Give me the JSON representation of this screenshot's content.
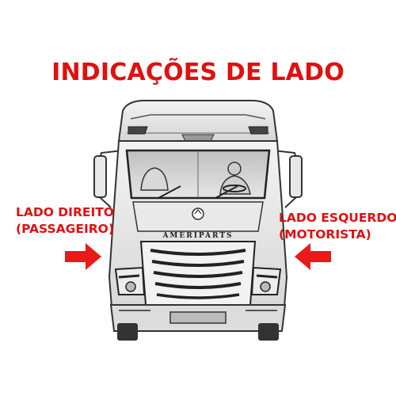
{
  "title": "INDICAÇÕES DE LADO",
  "left_side": {
    "line1": "LADO DIREITO",
    "line2": "(PASSAGEIRO)"
  },
  "right_side": {
    "line1": "LADO ESQUERDO",
    "line2": "(MOTORISTA)"
  },
  "truck": {
    "brand": "AMERIPARTS"
  },
  "colors": {
    "label_red": "#e01010",
    "arrow_red": "#e81a1a"
  },
  "icons": {
    "left_arrow": "arrow-right-icon",
    "right_arrow": "arrow-left-icon"
  }
}
